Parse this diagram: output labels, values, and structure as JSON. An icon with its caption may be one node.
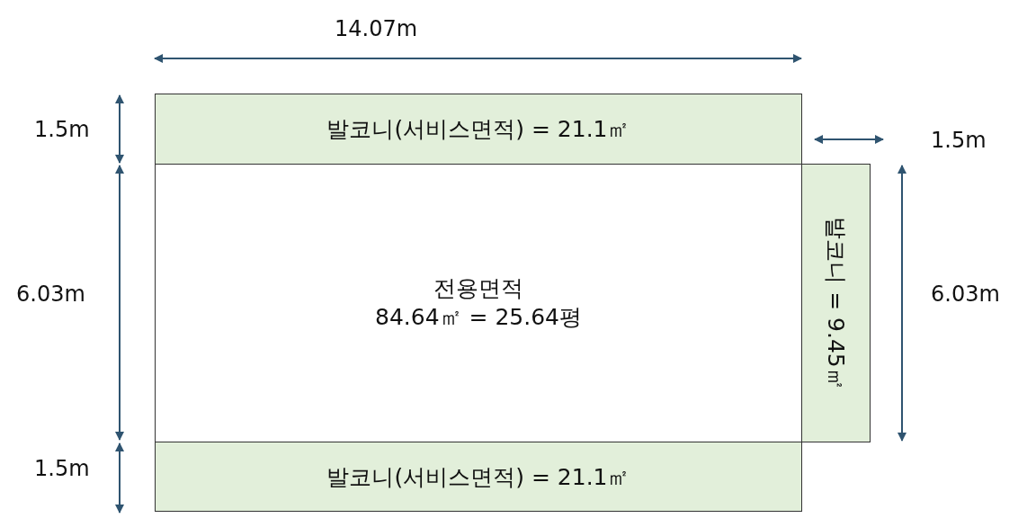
{
  "diagram": {
    "nodes": [
      {
        "text": [
          "발코니(서비스면적) = 21.1㎡"
        ]
      },
      {
        "text": [
          "전용면적",
          "84.64㎡ = 25.64평"
        ]
      },
      {
        "text": [
          "발코니 = 9.45㎡"
        ]
      },
      {
        "text": [
          "발코니(서비스면적) = 21.1㎡"
        ]
      }
    ],
    "edges": [],
    "labels": [
      "14.07m",
      "1.5m",
      "1.5m",
      "6.03m",
      "6.03m",
      "1.5m"
    ]
  }
}
